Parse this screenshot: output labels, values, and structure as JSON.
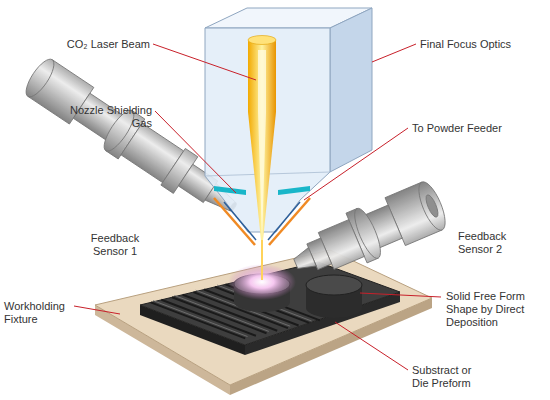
{
  "diagram": {
    "labels": [
      "CO₂ Laser Beam",
      "Nozzle Shielding Gas",
      "Feedback Sensor 1",
      "Workholding Fixture",
      "Final Focus Optics",
      "To Powder Feeder",
      "Feedback Sensor 2",
      "Solid Free Form Shape by Direct Deposition",
      "Substract or Die Preform"
    ]
  }
}
